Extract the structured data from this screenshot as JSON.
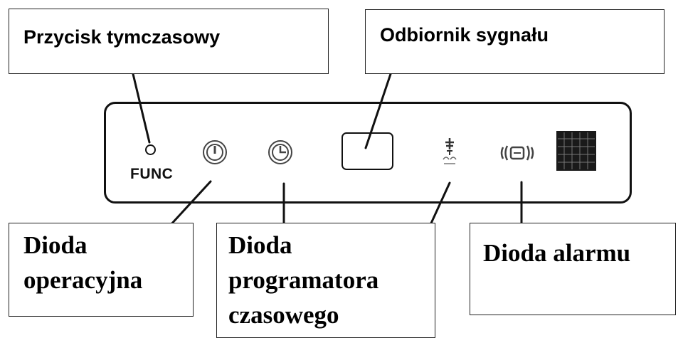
{
  "panel": {
    "func_label": "FUNC"
  },
  "callouts": {
    "temporary_button": "Przycisk tymczasowy",
    "signal_receiver": "Odbiornik sygnału",
    "operation_led": [
      "Dioda",
      "operacyjna"
    ],
    "timer_led": [
      "Dioda",
      "programatora",
      "czasowego"
    ],
    "alarm_led": "Dioda alarmu"
  },
  "icons": [
    "power-icon",
    "clock-icon",
    "fan-defrost-icon",
    "alarm-icon",
    "display-grid-icon"
  ],
  "colors": {
    "line": "#111111",
    "background": "#ffffff"
  }
}
